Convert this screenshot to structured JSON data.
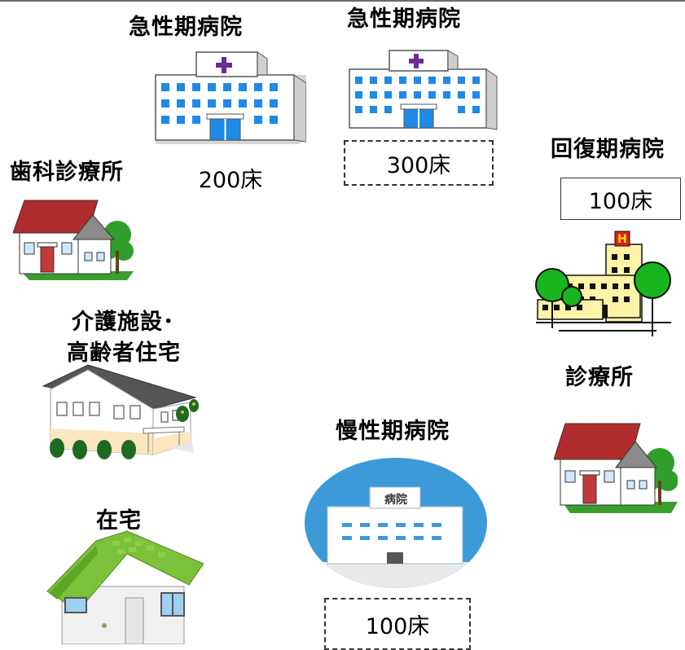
{
  "facilities": {
    "acute1": {
      "name": "急性期病院",
      "beds": "200床"
    },
    "acute2": {
      "name": "急性期病院",
      "beds": "300床"
    },
    "recovery": {
      "name": "回復期病院",
      "beds": "100床"
    },
    "dental": {
      "name": "歯科診療所"
    },
    "care": {
      "name_line1": "介護施設･",
      "name_line2": "高齢者住宅"
    },
    "clinic": {
      "name": "診療所"
    },
    "chronic": {
      "name": "慢性期病院",
      "sign": "病院",
      "beds": "100床"
    },
    "home": {
      "name": "在宅"
    }
  },
  "icons": [
    "hospital-icon",
    "large-hospital-icon",
    "dental-clinic-house-icon",
    "care-facility-icon",
    "clinic-house-icon",
    "chronic-hospital-icon",
    "home-house-icon"
  ]
}
